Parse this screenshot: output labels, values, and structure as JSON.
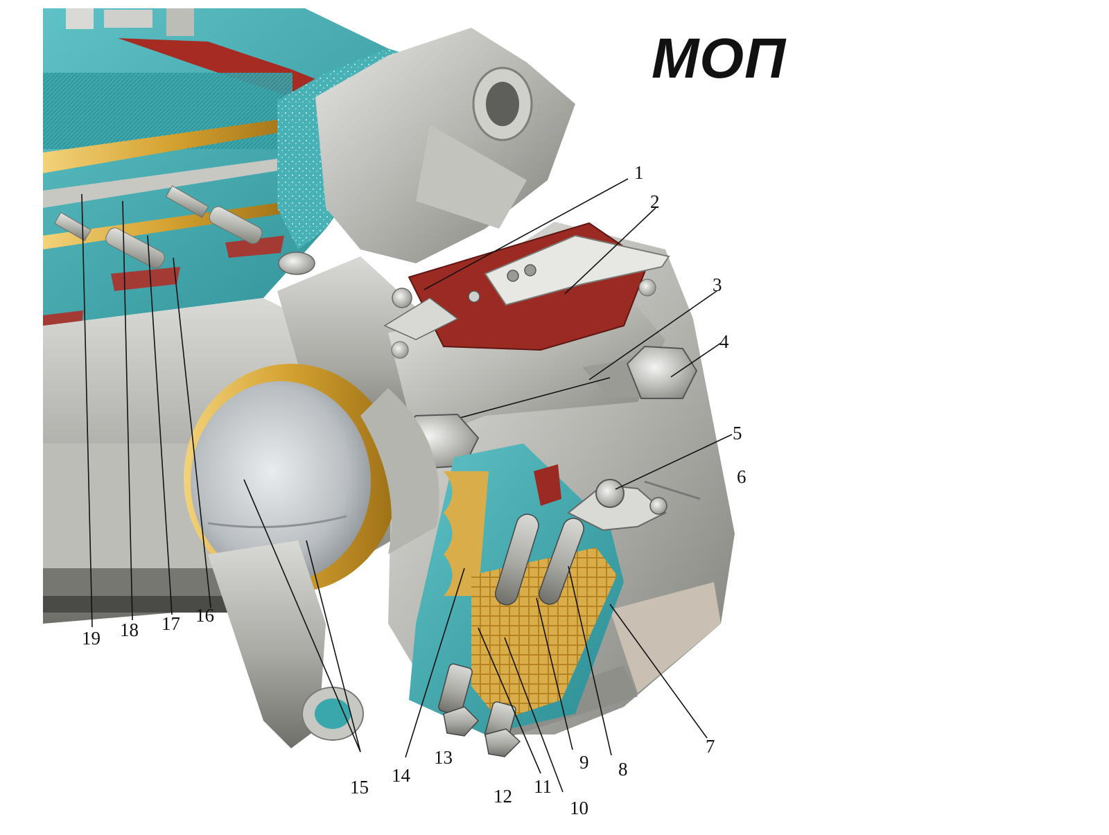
{
  "title": "МОП",
  "callouts": [
    {
      "id": "1",
      "label": "1"
    },
    {
      "id": "2",
      "label": "2"
    },
    {
      "id": "3",
      "label": "3"
    },
    {
      "id": "4",
      "label": "4"
    },
    {
      "id": "5",
      "label": "5"
    },
    {
      "id": "6",
      "label": "6"
    },
    {
      "id": "7",
      "label": "7"
    },
    {
      "id": "8",
      "label": "8"
    },
    {
      "id": "9",
      "label": "9"
    },
    {
      "id": "10",
      "label": "10"
    },
    {
      "id": "11",
      "label": "11"
    },
    {
      "id": "12",
      "label": "12"
    },
    {
      "id": "13",
      "label": "13"
    },
    {
      "id": "14",
      "label": "14"
    },
    {
      "id": "15",
      "label": "15"
    },
    {
      "id": "16",
      "label": "16"
    },
    {
      "id": "17",
      "label": "17"
    },
    {
      "id": "18",
      "label": "18"
    },
    {
      "id": "19",
      "label": "19"
    }
  ],
  "colors": {
    "steel": "#b9b9b4",
    "steel_dark": "#7d7d78",
    "teal_section": "#3aa7ad",
    "brass": "#d8a93a",
    "red_insulation": "#9b2a22"
  }
}
